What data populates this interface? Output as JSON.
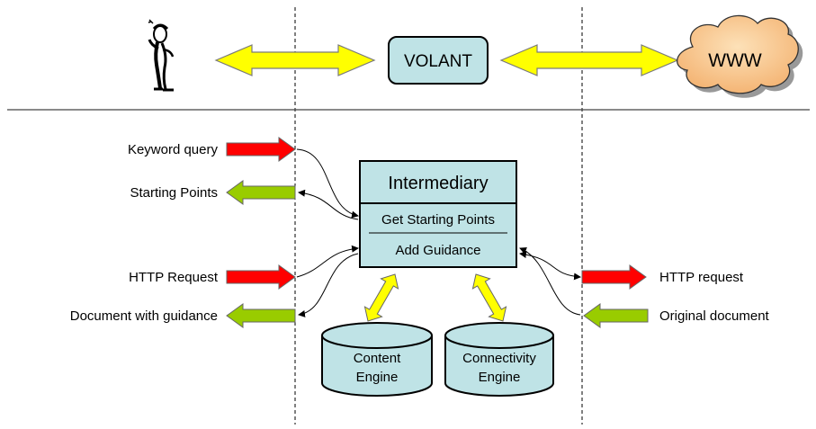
{
  "top": {
    "volant_label": "VOLANT",
    "www_label": "WWW"
  },
  "left_labels": {
    "keyword_query": "Keyword query",
    "starting_points": "Starting Points",
    "http_request": "HTTP Request",
    "document_with_guidance": "Document with guidance"
  },
  "right_labels": {
    "http_request": "HTTP request",
    "original_document": "Original document"
  },
  "intermediary": {
    "title": "Intermediary",
    "row1": "Get Starting Points",
    "row2": "Add Guidance"
  },
  "engines": {
    "content_line1": "Content",
    "content_line2": "Engine",
    "connectivity_line1": "Connectivity",
    "connectivity_line2": "Engine"
  },
  "colors": {
    "request_arrow": "#ff0000",
    "response_arrow": "#99cc00",
    "link_arrow": "#ffff00",
    "box_fill": "#bfe3e6",
    "cloud_fill": "#f8c890"
  }
}
